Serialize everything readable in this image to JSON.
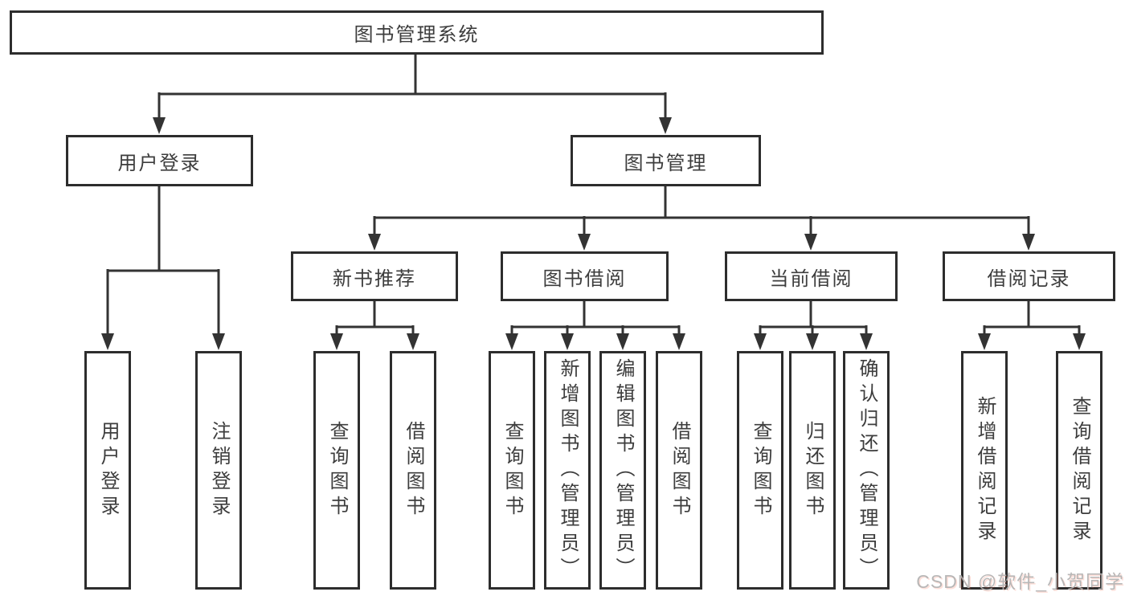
{
  "diagram": {
    "title": "图书管理系统",
    "tree": {
      "label": "图书管理系统",
      "children": [
        {
          "label": "用户登录",
          "children": [
            {
              "label": "用户登录"
            },
            {
              "label": "注销登录"
            }
          ]
        },
        {
          "label": "图书管理",
          "children": [
            {
              "label": "新书推荐",
              "children": [
                {
                  "label": "查询图书"
                },
                {
                  "label": "借阅图书"
                }
              ]
            },
            {
              "label": "图书借阅",
              "children": [
                {
                  "label": "查询图书"
                },
                {
                  "label": "新增图书（管理员）"
                },
                {
                  "label": "编辑图书（管理员）"
                },
                {
                  "label": "借阅图书"
                }
              ]
            },
            {
              "label": "当前借阅",
              "children": [
                {
                  "label": "查询图书"
                },
                {
                  "label": "归还图书"
                },
                {
                  "label": "确认归还（管理员）"
                }
              ]
            },
            {
              "label": "借阅记录",
              "children": [
                {
                  "label": "新增借阅记录"
                },
                {
                  "label": "查询借阅记录"
                }
              ]
            }
          ]
        }
      ]
    }
  },
  "watermark": {
    "text": "CSDN @软件_小贺同学"
  },
  "colors": {
    "background": "#ffffff",
    "line": "#333333",
    "box_border": "#2d2d2d",
    "text": "#3d3d3d",
    "watermark_gray": "#b2b2b2",
    "watermark_accent": "#fc5531"
  }
}
